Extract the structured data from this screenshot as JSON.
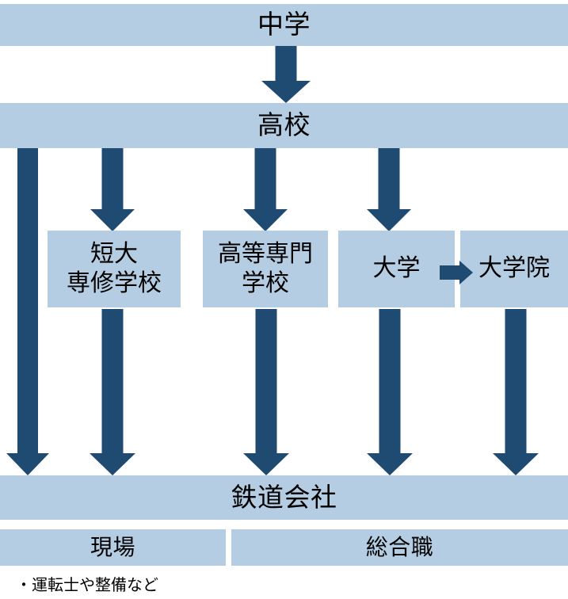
{
  "diagram": {
    "title_text": "中学",
    "background_color": "#FFFFFF",
    "accent_light": "#B4CDE3",
    "accent_dark": "#1F4A72",
    "bands": [
      {
        "id": "junior-high",
        "label": "中学"
      },
      {
        "id": "high-school",
        "label": "高校"
      },
      {
        "id": "railway-company",
        "label": "鉄道会社"
      }
    ],
    "schools": [
      {
        "id": "junior-college",
        "label": "短大\n専修学校"
      },
      {
        "id": "technical-college",
        "label": "高等専門\n学校"
      },
      {
        "id": "university",
        "label": "大学"
      },
      {
        "id": "graduate-school",
        "label": "大学院"
      }
    ],
    "job_tracks": [
      {
        "id": "field-track",
        "label": "現場"
      },
      {
        "id": "general-track",
        "label": "総合職"
      }
    ],
    "notes": [
      {
        "id": "field-note",
        "text": "・運転士や整備など"
      }
    ],
    "icons": {
      "down_arrow": "arrow-down-icon",
      "right_arrow": "arrow-right-icon",
      "connector_bar": "connector-bar-icon"
    }
  }
}
